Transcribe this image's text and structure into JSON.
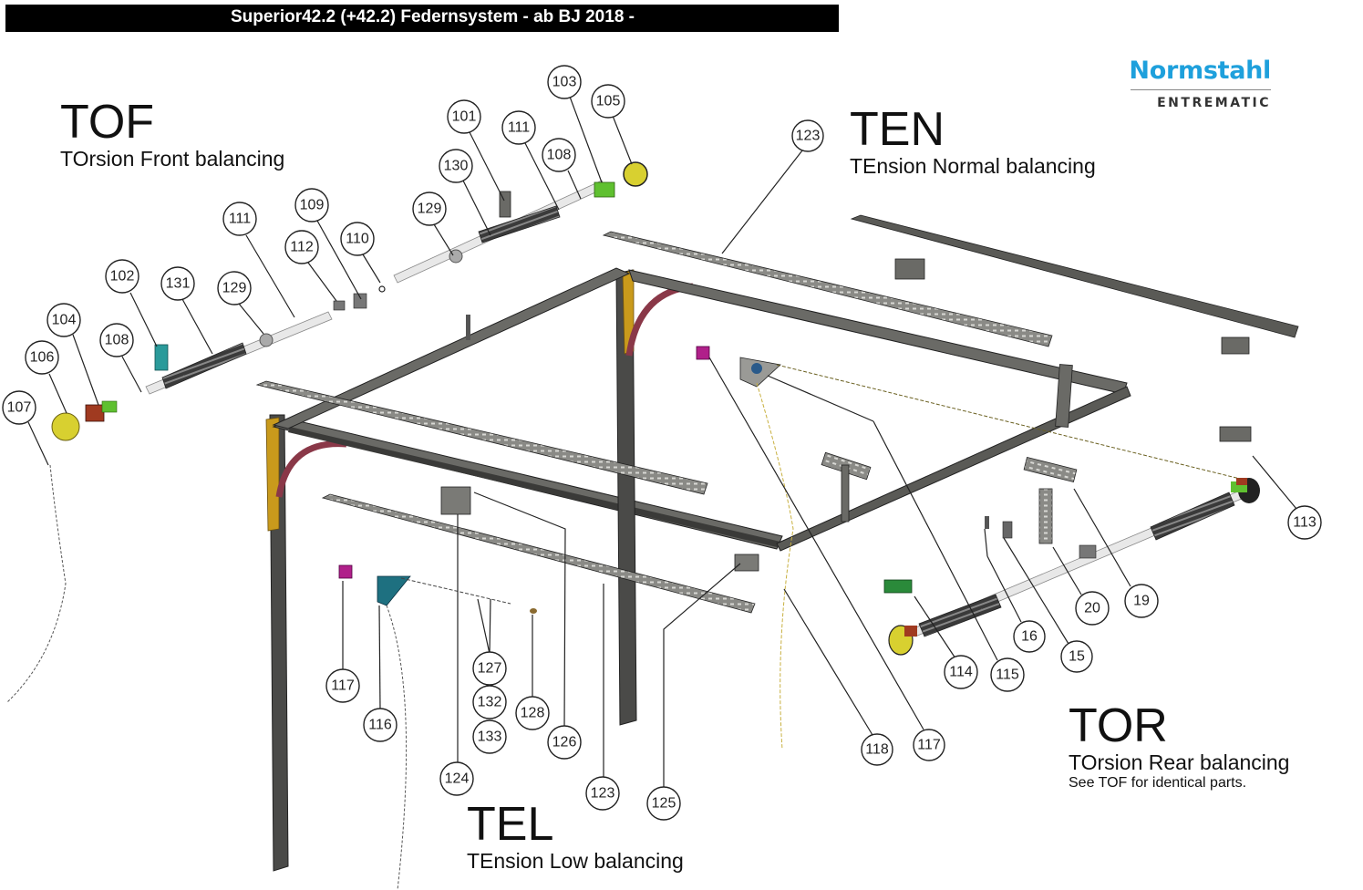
{
  "header": {
    "title": "Superior42.2 (+42.2) Federnsystem - ab BJ 2018 -"
  },
  "logo": {
    "brand": "Normstahl",
    "sub_brand": "ENTREMATIC",
    "brand_color": "#1ea0dc"
  },
  "sections": {
    "tof": {
      "code": "TOF",
      "description": "TOrsion Front balancing"
    },
    "ten": {
      "code": "TEN",
      "description": "TEnsion Normal balancing"
    },
    "tel": {
      "code": "TEL",
      "description": "TEnsion Low balancing"
    },
    "tor": {
      "code": "TOR",
      "description": "TOrsion Rear balancing",
      "note": "See TOF for identical parts."
    }
  },
  "callouts": [
    {
      "id": "103",
      "label": "103"
    },
    {
      "id": "105",
      "label": "105"
    },
    {
      "id": "101",
      "label": "101"
    },
    {
      "id": "111a",
      "label": "111"
    },
    {
      "id": "108a",
      "label": "108"
    },
    {
      "id": "130",
      "label": "130"
    },
    {
      "id": "129a",
      "label": "129"
    },
    {
      "id": "109",
      "label": "109"
    },
    {
      "id": "110",
      "label": "110"
    },
    {
      "id": "112",
      "label": "112"
    },
    {
      "id": "111b",
      "label": "111"
    },
    {
      "id": "102",
      "label": "102"
    },
    {
      "id": "131",
      "label": "131"
    },
    {
      "id": "129b",
      "label": "129"
    },
    {
      "id": "104",
      "label": "104"
    },
    {
      "id": "108b",
      "label": "108"
    },
    {
      "id": "106",
      "label": "106"
    },
    {
      "id": "107",
      "label": "107"
    },
    {
      "id": "123a",
      "label": "123"
    },
    {
      "id": "113",
      "label": "113"
    },
    {
      "id": "19",
      "label": "19"
    },
    {
      "id": "20",
      "label": "20"
    },
    {
      "id": "16",
      "label": "16"
    },
    {
      "id": "15",
      "label": "15"
    },
    {
      "id": "114",
      "label": "114"
    },
    {
      "id": "115",
      "label": "115"
    },
    {
      "id": "118",
      "label": "118"
    },
    {
      "id": "117a",
      "label": "117"
    },
    {
      "id": "117b",
      "label": "117"
    },
    {
      "id": "116",
      "label": "116"
    },
    {
      "id": "127",
      "label": "127"
    },
    {
      "id": "132",
      "label": "132"
    },
    {
      "id": "133",
      "label": "133"
    },
    {
      "id": "128",
      "label": "128"
    },
    {
      "id": "124",
      "label": "124"
    },
    {
      "id": "126",
      "label": "126"
    },
    {
      "id": "123b",
      "label": "123"
    },
    {
      "id": "125",
      "label": "125"
    }
  ],
  "part_colors": {
    "track": "#5a5a58",
    "track_light": "#8c8c88",
    "bracket_yellow": "#c99a1c",
    "curve_red": "#8a3848",
    "spring": "#3c3c3c",
    "drum_yellow": "#d8d030",
    "green": "#5fc030",
    "red_bracket": "#a03a20",
    "teal": "#2a8a90",
    "magenta": "#b0208a",
    "cable": "#c8b040"
  }
}
